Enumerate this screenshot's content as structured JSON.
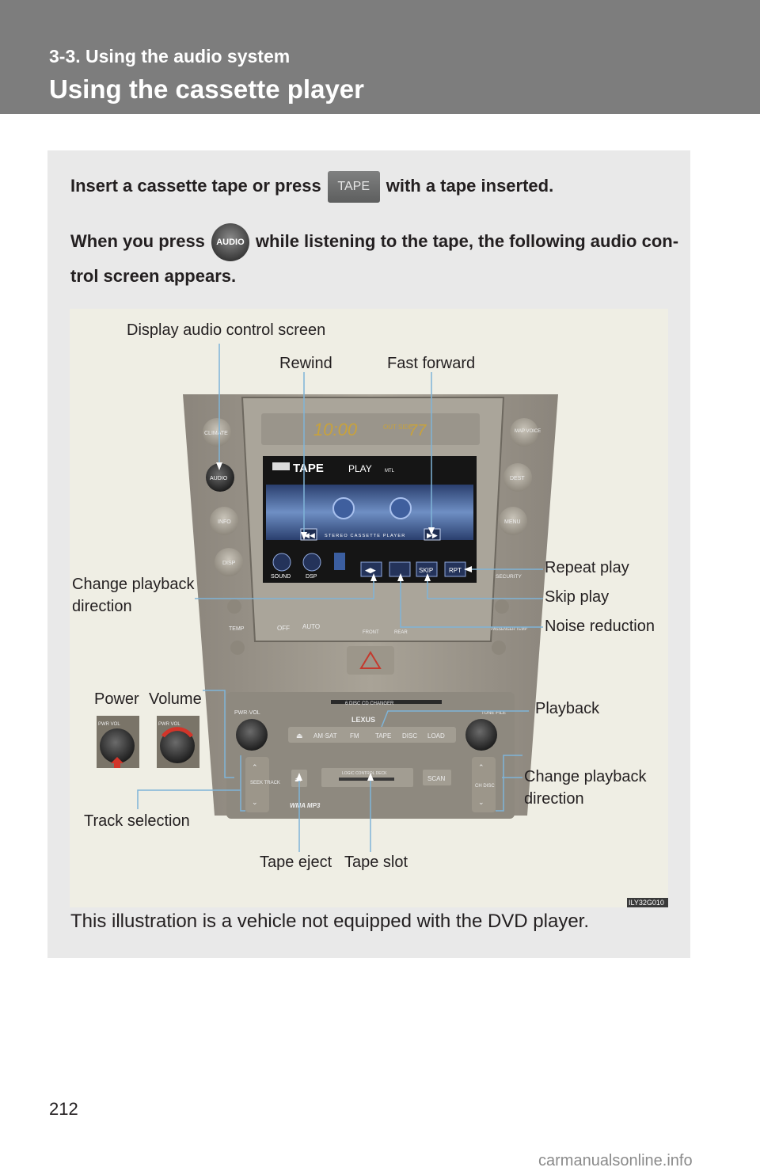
{
  "header": {
    "section": "3-3. Using the audio system",
    "title": "Using the cassette player"
  },
  "intro": {
    "line1_before": "Insert a cassette tape or press",
    "tape_button_label": "TAPE",
    "line1_after": "with a tape inserted.",
    "line2_before": "When you press",
    "audio_button_label": "AUDIO",
    "line2_after": "while listening to the tape, the following audio con-",
    "line3": "trol screen appears."
  },
  "callouts": {
    "display_audio": "Display audio control screen",
    "rewind": "Rewind",
    "fast_forward": "Fast forward",
    "repeat_play": "Repeat play",
    "skip_play": "Skip play",
    "noise_reduction": "Noise reduction",
    "change_dir_left_1": "Change playback",
    "change_dir_left_2": "direction",
    "power": "Power",
    "volume": "Volume",
    "playback": "Playback",
    "change_dir_right_1": "Change playback",
    "change_dir_right_2": "direction",
    "track_selection": "Track selection",
    "tape_eject": "Tape eject",
    "tape_slot": "Tape slot"
  },
  "device": {
    "clock": "10:00",
    "outside": "OUT SIDE",
    "temp": "77",
    "screen_source": "TAPE",
    "screen_mode": "PLAY",
    "screen_mtl": "MTL",
    "screen_banner": "STEREO CASSETTE PLAYER",
    "sound": "SOUND",
    "dsp": "DSP",
    "skip": "SKIP",
    "rpt": "RPT",
    "security": "SECURITY",
    "climate": "CLIMATE",
    "audio": "AUDIO",
    "info": "INFO",
    "disp": "DISP",
    "map": "MAP VOICE",
    "dest": "DEST",
    "menu": "MENU",
    "temp_label": "TEMP",
    "passenger_temp": "PASSENGER TEMP",
    "off": "OFF",
    "auto": "AUTO",
    "front": "FRONT",
    "rear": "REAR",
    "changer": "6 DISC CD CHANGER",
    "brand": "LEXUS",
    "pwr_vol": "PWR·VOL",
    "tune_file": "TUNE·FILE",
    "src_buttons": [
      "AM·SAT",
      "FM",
      "TAPE",
      "DISC",
      "LOAD"
    ],
    "seek_track": "SEEK TRACK",
    "logic_deck": "LOGIC CONTROL DECK",
    "scan": "SCAN",
    "ch_disc": "CH DISC",
    "wma_mp3": "WMA MP3",
    "knob_label": "PWR VOL",
    "image_code": "ILY32G010"
  },
  "caption": "This illustration is a vehicle not equipped with the DVD player.",
  "page_number": "212",
  "watermark": "carmanualsonline.info"
}
